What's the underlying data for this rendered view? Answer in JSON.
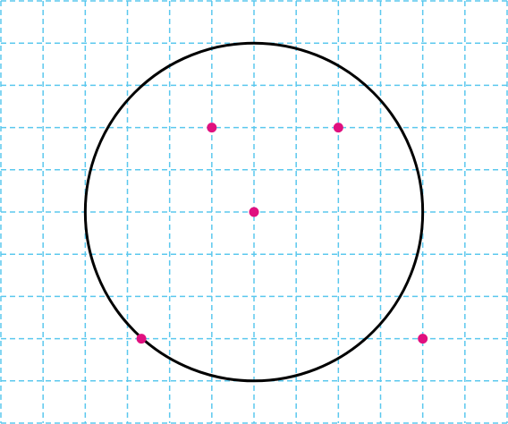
{
  "diagram": {
    "type": "coordinate-grid-circle",
    "grid": {
      "columns": 12,
      "rows": 10,
      "line_style": "dashed",
      "line_color": "#5bc8ee"
    },
    "circle": {
      "center": [
        6,
        5
      ],
      "radius": 4,
      "stroke_color": "#000000"
    },
    "points": [
      {
        "id": "center",
        "x": 6,
        "y": 5,
        "color": "#e0107f"
      },
      {
        "id": "upper-left",
        "x": 5,
        "y": 3,
        "color": "#e0107f"
      },
      {
        "id": "upper-right",
        "x": 8,
        "y": 3,
        "color": "#e0107f"
      },
      {
        "id": "lower-left-on-circle",
        "x": 3.33,
        "y": 8,
        "color": "#e0107f"
      },
      {
        "id": "lower-right-outside",
        "x": 10,
        "y": 8,
        "color": "#e0107f"
      }
    ]
  }
}
